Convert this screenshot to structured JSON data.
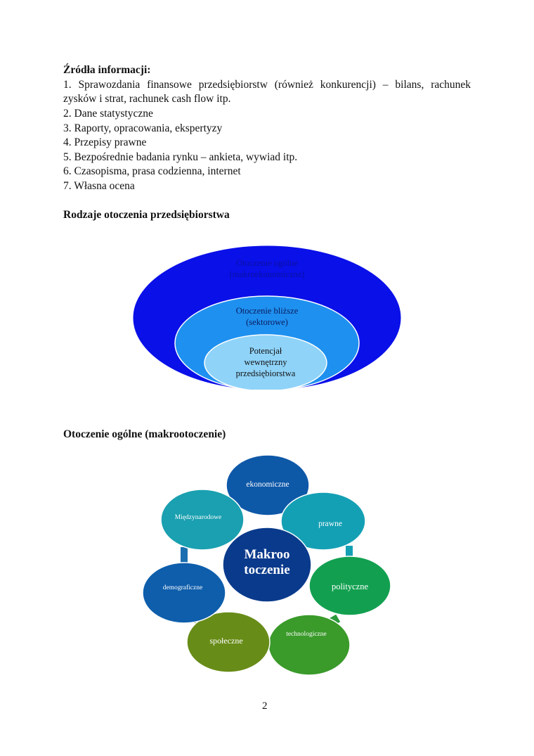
{
  "sources": {
    "heading": "Źródła informacji:",
    "item1_line1": "1. Sprawozdania finansowe przedsiębiorstw (również konkurencji) – bilans, rachunek",
    "item1_line2": "zysków i strat, rachunek cash flow itp.",
    "items": [
      "2. Dane statystyczne",
      "3. Raporty, opracowania, ekspertyzy",
      "4. Przepisy prawne",
      "5. Bezpośrednie badania rynku – ankieta, wywiad itp.",
      "6. Czasopisma, prasa codzienna, internet",
      "7. Własna ocena"
    ]
  },
  "environment_types": {
    "heading": "Rodzaje otoczenia przedsiębiorstwa",
    "outer": {
      "line1": "Otoczenie ogólne",
      "line2": "(makroekonomiczne)",
      "color": "#0a10e8"
    },
    "middle": {
      "line1": "Otoczenie bliższe",
      "line2": "(sektorowe)",
      "color": "#1e90f0"
    },
    "inner": {
      "line1": "Potencjał",
      "line2": "wewnętrzny",
      "line3": "przedsiębiorstwa",
      "color": "#8fd3f8"
    }
  },
  "macro": {
    "heading": "Otoczenie ogólne (makrootoczenie)",
    "center": {
      "line1": "Makroo",
      "line2": "toczenie",
      "color": "#0a3a8c"
    },
    "nodes": [
      {
        "label": "ekonomiczne",
        "color": "#0e58a8"
      },
      {
        "label": "prawne",
        "color": "#14a0b4"
      },
      {
        "label": "polityczne",
        "color": "#12a050"
      },
      {
        "label": "technologiczne",
        "color": "#3a9a2a"
      },
      {
        "label": "społeczne",
        "color": "#688c18"
      },
      {
        "label": "demograficzne",
        "color": "#0e5eac"
      },
      {
        "label": "Międzynarodowe",
        "color": "#1aa0b0"
      }
    ]
  },
  "page_number": "2"
}
